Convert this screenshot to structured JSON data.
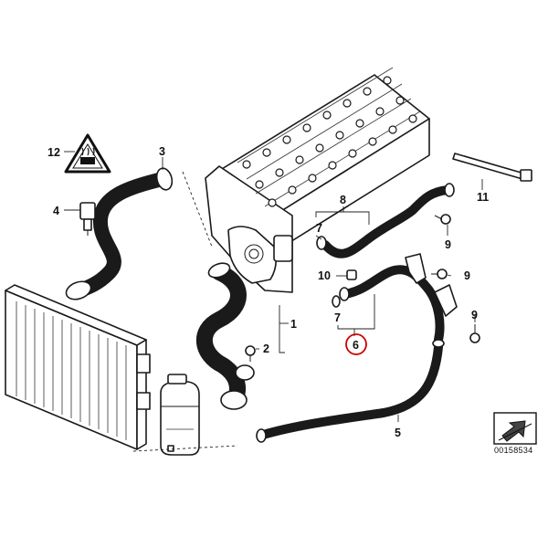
{
  "diagram": {
    "callouts": [
      {
        "key": "c12",
        "label": "12"
      },
      {
        "key": "c3",
        "label": "3"
      },
      {
        "key": "c4",
        "label": "4"
      },
      {
        "key": "c8",
        "label": "8"
      },
      {
        "key": "c7a",
        "label": "7"
      },
      {
        "key": "c10",
        "label": "10"
      },
      {
        "key": "c11",
        "label": "11"
      },
      {
        "key": "c9a",
        "label": "9"
      },
      {
        "key": "c9b",
        "label": "9"
      },
      {
        "key": "c9c",
        "label": "9"
      },
      {
        "key": "c1",
        "label": "1"
      },
      {
        "key": "c2",
        "label": "2"
      },
      {
        "key": "c7b",
        "label": "7"
      },
      {
        "key": "c6",
        "label": "6"
      },
      {
        "key": "c5",
        "label": "5"
      }
    ],
    "highlighted_callout": "6",
    "highlight_color": "#cc0000",
    "reference_number": "00158534",
    "icons": [
      "warning-hot-coolant-icon",
      "view-arrow-icon"
    ]
  }
}
